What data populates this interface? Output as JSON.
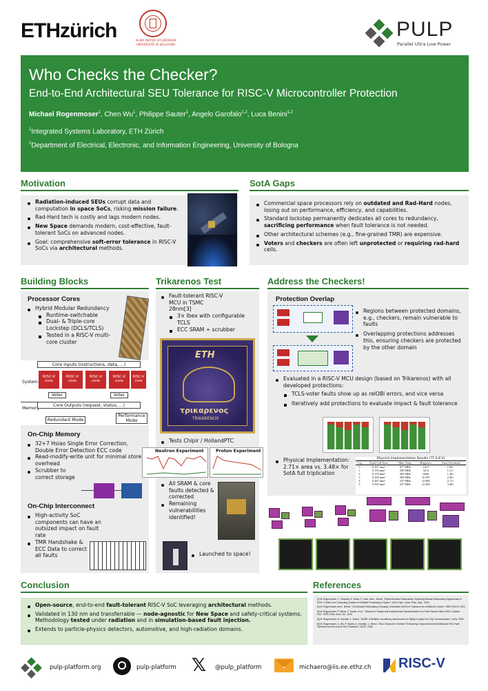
{
  "header": {
    "eth_logo": "ETHzürich",
    "unibo_text": [
      "ALMA MATER STUDIORUM",
      "UNIVERSITÀ DI BOLOGNA"
    ],
    "pulp_logo": "PULP",
    "pulp_tagline": "Parallel Ultra Low Power"
  },
  "title": {
    "main": "Who Checks the Checker?",
    "sub": "End-to-End Architectural SEU Tolerance for RISC-V Microcontroller Protection",
    "authors": [
      {
        "name": "Michael Rogenmoser",
        "sup": "1",
        "bold": true
      },
      {
        "name": "Chen Wu",
        "sup": "1"
      },
      {
        "name": "Philippe Sauter",
        "sup": "1"
      },
      {
        "name": "Angelo Garofalo",
        "sup": "1,2"
      },
      {
        "name": "Luca Benini",
        "sup": "1,2"
      }
    ],
    "affiliations": [
      {
        "sup": "1",
        "text": "Integrated Systems Laboratory, ETH Zürich"
      },
      {
        "sup": "2",
        "text": "Department of Electrical, Electronic, and Information Engineering, University of Bologna"
      }
    ]
  },
  "motivation": {
    "title": "Motivation",
    "items": [
      [
        {
          "t": "Radiation-induced SEUs",
          "b": true
        },
        {
          "t": " corrupt data and computation "
        },
        {
          "t": "in space SoCs",
          "b": true
        },
        {
          "t": ", risking "
        },
        {
          "t": "mission failure",
          "b": true
        },
        {
          "t": "."
        }
      ],
      [
        {
          "t": "Rad-Hard tech is costly and lags modern nodes."
        }
      ],
      [
        {
          "t": "New Space",
          "b": true
        },
        {
          "t": " demands modern, cost-effective, fault-tolerant SoCs on advanced nodes."
        }
      ],
      [
        {
          "t": "Goal: comprehensive "
        },
        {
          "t": "soft-error tolerance",
          "b": true
        },
        {
          "t": " in RISC-V SoCs via "
        },
        {
          "t": "architectural",
          "b": true
        },
        {
          "t": " methods."
        }
      ]
    ]
  },
  "sota": {
    "title": "SotA Gaps",
    "items": [
      [
        {
          "t": "Commercial space processors rely on "
        },
        {
          "t": "outdated and Rad-Hard",
          "b": true
        },
        {
          "t": " nodes, losing out on performance, efficiency, and capabilities."
        }
      ],
      [
        {
          "t": "Standard lockstep permanently dedicates all cores to redundancy, "
        },
        {
          "t": "sacrificing performance",
          "b": true
        },
        {
          "t": " when fault tolerance is not needed."
        }
      ],
      [
        {
          "t": "Other architectural schemes (e.g., fine-grained TMR) are expensive."
        }
      ],
      [
        {
          "t": "Voters",
          "b": true
        },
        {
          "t": " and "
        },
        {
          "t": "checkers",
          "b": true
        },
        {
          "t": " are often left "
        },
        {
          "t": "unprotected",
          "b": true
        },
        {
          "t": " or "
        },
        {
          "t": "requiring rad-hard",
          "b": true
        },
        {
          "t": " cells."
        }
      ]
    ]
  },
  "building": {
    "title": "Building Blocks",
    "proc_title": "Processor Cores",
    "proc_items": [
      "Hybrid Modular Redundancy"
    ],
    "proc_sub": [
      "Runtime-switchable",
      "Dual- & Triple-core Lockstep (DCLS/TCLS)",
      "Tested in a RISC-V multi-core cluster"
    ],
    "diagram": {
      "core_inputs": "Core Inputs (instructions, data, ...)",
      "core_outputs": "Core Outputs (request, status, ...)",
      "system": "System",
      "memory": "Memory",
      "core_label": "RISC-V core",
      "voter": "Voter",
      "redundant": "Redundant Mode",
      "performance": "Performance Mode"
    },
    "mem_title": "On-Chip Memory",
    "mem_items": [
      "32+7 Hsiao Single Error Correction, Double Error Detection ECC code",
      "Read-modify-write unit for minimal store overhead",
      "Scrubber to correct storage"
    ],
    "inter_title": "On-Chip Interconnect",
    "inter_items": [
      "High-activity SoC components can have an outsized impact on fault rate",
      "TMR Handshake & ECC Data to correct all faults"
    ]
  },
  "trikarenos": {
    "title": "Trikarenos Test",
    "items": [
      "Fault-tolerant RISC-V MCU in TSMC 28nm[3]"
    ],
    "sub": [
      "3× Ibex with configurable TCLS",
      "ECC SRAM + scrubber"
    ],
    "chip_eth": "ETH",
    "chip_name": "τρικαρενος",
    "chip_sub": "TRIKARENOS",
    "tests": "Tests Chipir / HollandPTC",
    "neutron": "Neutron Experiment",
    "proton": "Proton Experiment",
    "results": [
      "All SRAM & core faults detected & corrected",
      "Remaining vulnerabilities identified!"
    ],
    "launched": "Launched to space!"
  },
  "address": {
    "title": "Address the Checkers!",
    "overlap_title": "Protection Overlap",
    "overlap_items": [
      "Regions between protected domains, e.g., checkers, remain vulnerable to faults",
      "Overlapping protections addresses this, ensuring checkers are protected by the other domain"
    ],
    "eval_items": [
      "Evaluated in a RISC-V MCU design (based on Trikarenos) with all developed protections:"
    ],
    "eval_sub": [
      "TCLS-voter faults show up as relOBI errors, and vice versa",
      "Iteratively add protections to evaluate impact & fault tolerance"
    ],
    "phys": [
      "Physical Implementation: 2.71× area vs. 3.48× for SotA full triplication"
    ],
    "table_title": "Physical Implementation Results (TT 0.8 V)",
    "table_head": [
      "Cfg",
      "Total Cell Area",
      "Max. Freq.",
      "Registers",
      "Area Overhead"
    ],
    "table_rows": [
      [
        "0",
        "0.107 mm²",
        "877 MHz",
        "1415",
        "1.00×"
      ],
      [
        "1",
        "0.150 mm²",
        "500 MHz",
        "3214",
        "1.21×"
      ],
      [
        "2",
        "0.178 mm²",
        "405 MHz",
        "4666",
        "1.46×"
      ],
      [
        "3",
        "0.260 mm²",
        "300 MHz",
        "10 397",
        "2.46×"
      ],
      [
        "4",
        "0.287 mm²",
        "237 MHz",
        "12 800",
        "2.71×"
      ],
      [
        "5",
        "0.355 mm²",
        "237 MHz",
        "15 000",
        "3.48×"
      ]
    ]
  },
  "conclusion": {
    "title": "Conclusion",
    "items": [
      [
        {
          "t": "Open-source",
          "b": true
        },
        {
          "t": ", end-to-end "
        },
        {
          "t": "fault-tolerant",
          "b": true
        },
        {
          "t": " RISC-V SoC leveraging "
        },
        {
          "t": "architectural",
          "b": true
        },
        {
          "t": " methods."
        }
      ],
      [
        {
          "t": "Validated in 130 nm and transferrable — "
        },
        {
          "t": "node-agnostic",
          "b": true
        },
        {
          "t": " for "
        },
        {
          "t": "New Space",
          "b": true
        },
        {
          "t": " and safety-critical systems. Methodology "
        },
        {
          "t": "tested",
          "b": true
        },
        {
          "t": " under "
        },
        {
          "t": "radiation",
          "b": true
        },
        {
          "t": " and in "
        },
        {
          "t": "simulation-based fault injection.",
          "b": true
        }
      ],
      [
        {
          "t": "Extends to particle-physics detectors, automotive, and high-radiation domains."
        }
      ]
    ]
  },
  "references": {
    "title": "References",
    "items": [
      "[1] M. Rogenmoser, Y. Tortorella, D. Rossi, F. Conti, and L. Benini, \"Hybrid Modular Redundancy: Exploring Modular Redundancy Approaches in RISC-V Multi-Core Computing Clusters for Reliable Processing in Space\", ACM Trans. Cyber-Phys. Syst., 2023.",
      "[2] M. Rogenmoser and L. Benini, \"On-Demand Redundancy Grouping: Selectable Soft-Error Tolerance for a Multicore Cluster\", IEEE ISVLSI, 2022.",
      "[3] M. Rogenmoser, P. Wiese, F. Sauter, et al., \"Trikarenos: Design and Experimental Characterization of a Fault-Tolerant 28nm RISC-V-based SoC\", IEEE Trans. Nucl. Sci., 2025.",
      "[4] M. Rogenmoser, A. Garofalo, L. Benini, \"relOBI: A Reliable Low-latency Interconnect for Tightly-Coupled On-Chip Communication\", arXiv, 2025.",
      "[5] M. Rogenmoser, C. Wu, P. Sauter, A. Garofalo, L. Benini, \"Who Checks the Checker? Enhancing Component-level Architectural SEU Fault Tolerance for End-to-End SoC Protection\", DATE, 2026."
    ]
  },
  "footer": {
    "web": "pulp-platform.org",
    "github": "pulp-platform",
    "x": "@pulp_platform",
    "mail": "michaero@iis.ee.ethz.ch",
    "riscv": "RISC-V"
  },
  "colors": {
    "accent": "#2e7d32",
    "banner": "#2f8a3a",
    "conclusion_bg": "#d7eacf",
    "box_gray": "#ececec"
  }
}
